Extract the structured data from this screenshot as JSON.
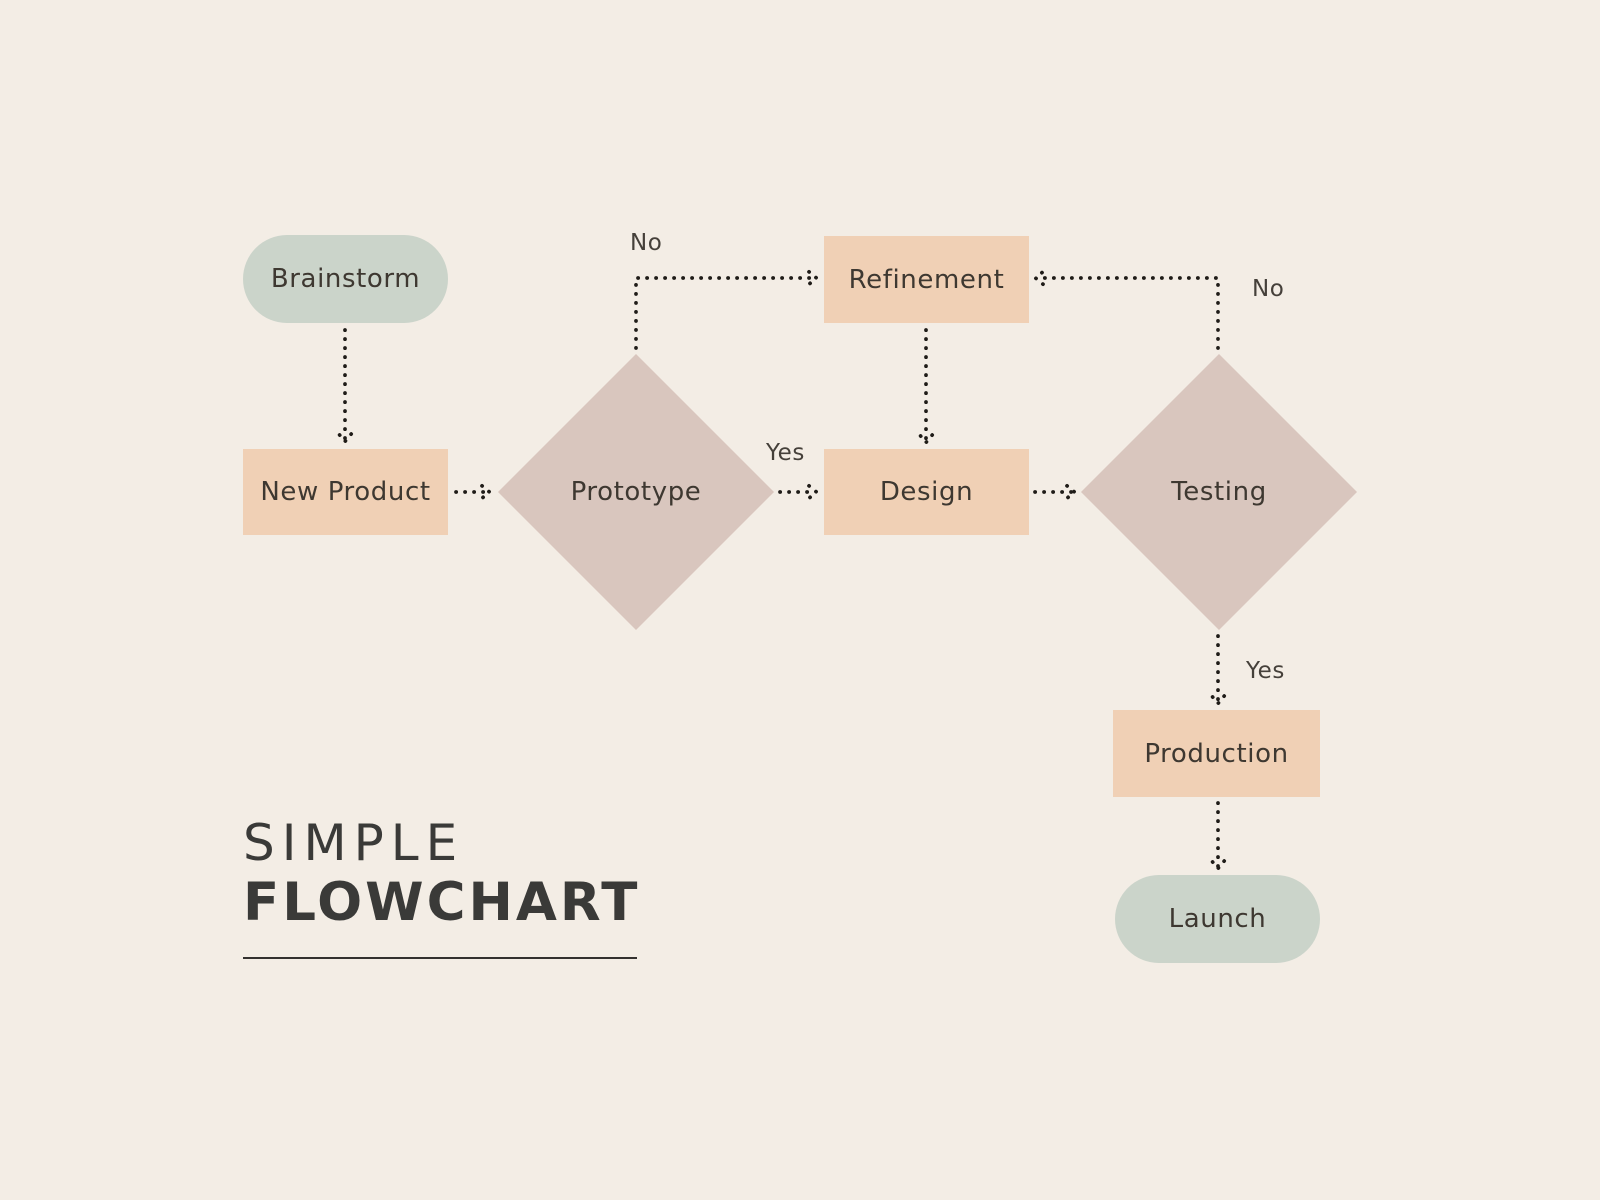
{
  "title": {
    "line1": "SIMPLE",
    "line2": "FLOWCHART"
  },
  "colors": {
    "background": "#f3ede5",
    "terminal": "#cbd4ca",
    "process": "#f0d0b5",
    "decision": "#d9c6be",
    "connector": "#1f1c18",
    "node_text": "#3e3831",
    "label_text": "#45403a",
    "title_text": "#3a3a38"
  },
  "nodes": [
    {
      "id": "brainstorm",
      "label": "Brainstorm",
      "type": "terminal"
    },
    {
      "id": "new-product",
      "label": "New Product",
      "type": "process"
    },
    {
      "id": "prototype",
      "label": "Prototype",
      "type": "decision"
    },
    {
      "id": "refinement",
      "label": "Refinement",
      "type": "process"
    },
    {
      "id": "design",
      "label": "Design",
      "type": "process"
    },
    {
      "id": "testing",
      "label": "Testing",
      "type": "decision"
    },
    {
      "id": "production",
      "label": "Production",
      "type": "process"
    },
    {
      "id": "launch",
      "label": "Launch",
      "type": "terminal"
    }
  ],
  "edge_labels": [
    {
      "id": "prototype-no",
      "text": "No"
    },
    {
      "id": "prototype-yes",
      "text": "Yes"
    },
    {
      "id": "testing-no",
      "text": "No"
    },
    {
      "id": "testing-yes",
      "text": "Yes"
    }
  ],
  "edges": [
    {
      "from": "brainstorm",
      "to": "new-product"
    },
    {
      "from": "new-product",
      "to": "prototype"
    },
    {
      "from": "prototype",
      "to": "refinement",
      "label": "No"
    },
    {
      "from": "prototype",
      "to": "design",
      "label": "Yes"
    },
    {
      "from": "refinement",
      "to": "design"
    },
    {
      "from": "design",
      "to": "testing"
    },
    {
      "from": "testing",
      "to": "refinement",
      "label": "No"
    },
    {
      "from": "testing",
      "to": "production",
      "label": "Yes"
    },
    {
      "from": "production",
      "to": "launch"
    }
  ]
}
